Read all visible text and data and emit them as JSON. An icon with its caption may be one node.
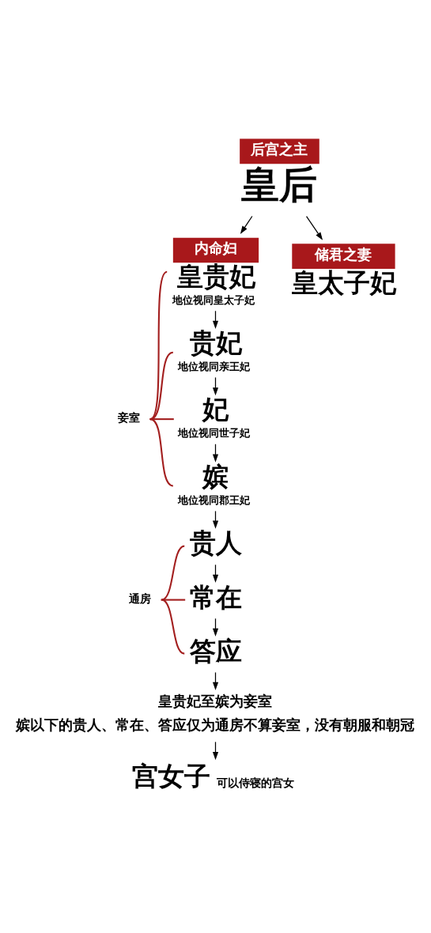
{
  "diagram": {
    "nodes": [
      {
        "text": [
          "后宫之主",
          "皇后"
        ]
      },
      {
        "text": [
          "内命妇",
          "皇贵妃",
          "地位视同皇太子妃"
        ]
      },
      {
        "text": [
          "储君之妻",
          "皇太子妃"
        ]
      },
      {
        "text": [
          "贵妃",
          "地位视同亲王妃"
        ]
      },
      {
        "text": [
          "妃",
          "地位视同世子妃"
        ]
      },
      {
        "text": [
          "嫔",
          "地位视同郡王妃"
        ]
      },
      {
        "text": [
          "贵人"
        ]
      },
      {
        "text": [
          "常在"
        ]
      },
      {
        "text": [
          "答应"
        ]
      },
      {
        "text": [
          "皇贵妃至嫔为妾室",
          "嫔以下的贵人、常在、答应仅为通房不算妾室，没有朝服和朝冠"
        ]
      },
      {
        "text": [
          "宫女子"
        ],
        "beside": [
          "可以侍寝的宫女"
        ]
      },
      {
        "text": [
          "妾室"
        ]
      },
      {
        "text": [
          "通房"
        ]
      }
    ],
    "edges": [
      {
        "from": 0,
        "to": 1,
        "arrow": "to"
      },
      {
        "from": 0,
        "to": 2,
        "arrow": "to"
      },
      {
        "from": 1,
        "to": 3,
        "arrow": "to"
      },
      {
        "from": 3,
        "to": 4,
        "arrow": "to"
      },
      {
        "from": 4,
        "to": 5,
        "arrow": "to"
      },
      {
        "from": 5,
        "to": 6,
        "arrow": "to"
      },
      {
        "from": 6,
        "to": 7,
        "arrow": "to"
      },
      {
        "from": 7,
        "to": 8,
        "arrow": "to"
      },
      {
        "from": 8,
        "to": 9,
        "arrow": "to"
      },
      {
        "from": 9,
        "to": 10,
        "arrow": "to"
      },
      {
        "from": 11,
        "to": 1,
        "arrow": "none",
        "color": "#a31f1f"
      },
      {
        "from": 11,
        "to": 3,
        "arrow": "none",
        "color": "#a31f1f"
      },
      {
        "from": 11,
        "to": 4,
        "arrow": "none",
        "color": "#a31f1f"
      },
      {
        "from": 11,
        "to": 5,
        "arrow": "none",
        "color": "#a31f1f"
      },
      {
        "from": 12,
        "to": 6,
        "arrow": "none",
        "color": "#a31f1f"
      },
      {
        "from": 12,
        "to": 7,
        "arrow": "none",
        "color": "#a31f1f"
      },
      {
        "from": 12,
        "to": 8,
        "arrow": "none",
        "color": "#a31f1f"
      }
    ]
  }
}
